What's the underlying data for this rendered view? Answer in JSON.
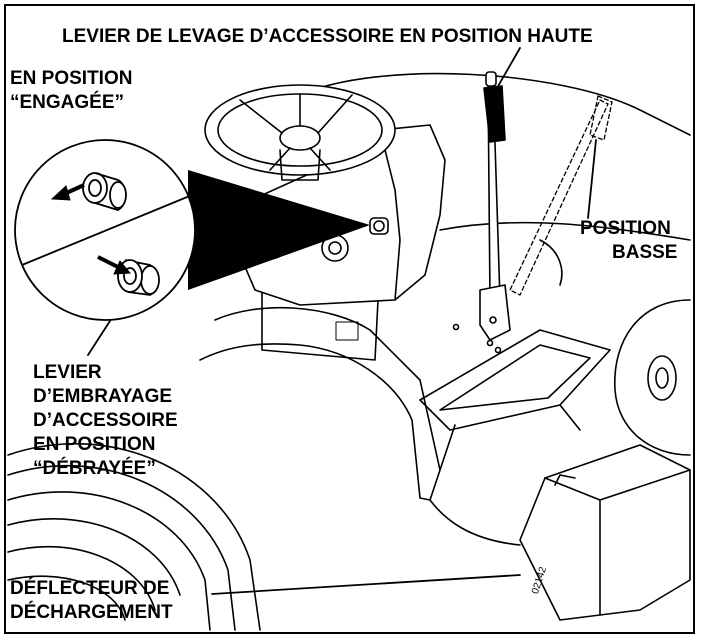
{
  "labels": {
    "lift_up": "LEVIER DE LEVAGE D’ACCESSOIRE EN POSITION HAUTE",
    "engaged_1": "EN POSITION",
    "engaged_2": "“ENGAGÉE”",
    "low_1": "POSITION",
    "low_2": "BASSE",
    "clutch_1": "LEVIER",
    "clutch_2": "D’EMBRAYAGE",
    "clutch_3": "D’ACCESSOIRE",
    "clutch_4": "EN POSITION",
    "clutch_5": "“DÉBRAYÉE”",
    "deflector_1": "DÉFLECTEUR DE",
    "deflector_2": "DÉCHARGEMENT"
  },
  "figure_code": "02142",
  "colors": {
    "ink": "#000000",
    "paper": "#ffffff"
  }
}
